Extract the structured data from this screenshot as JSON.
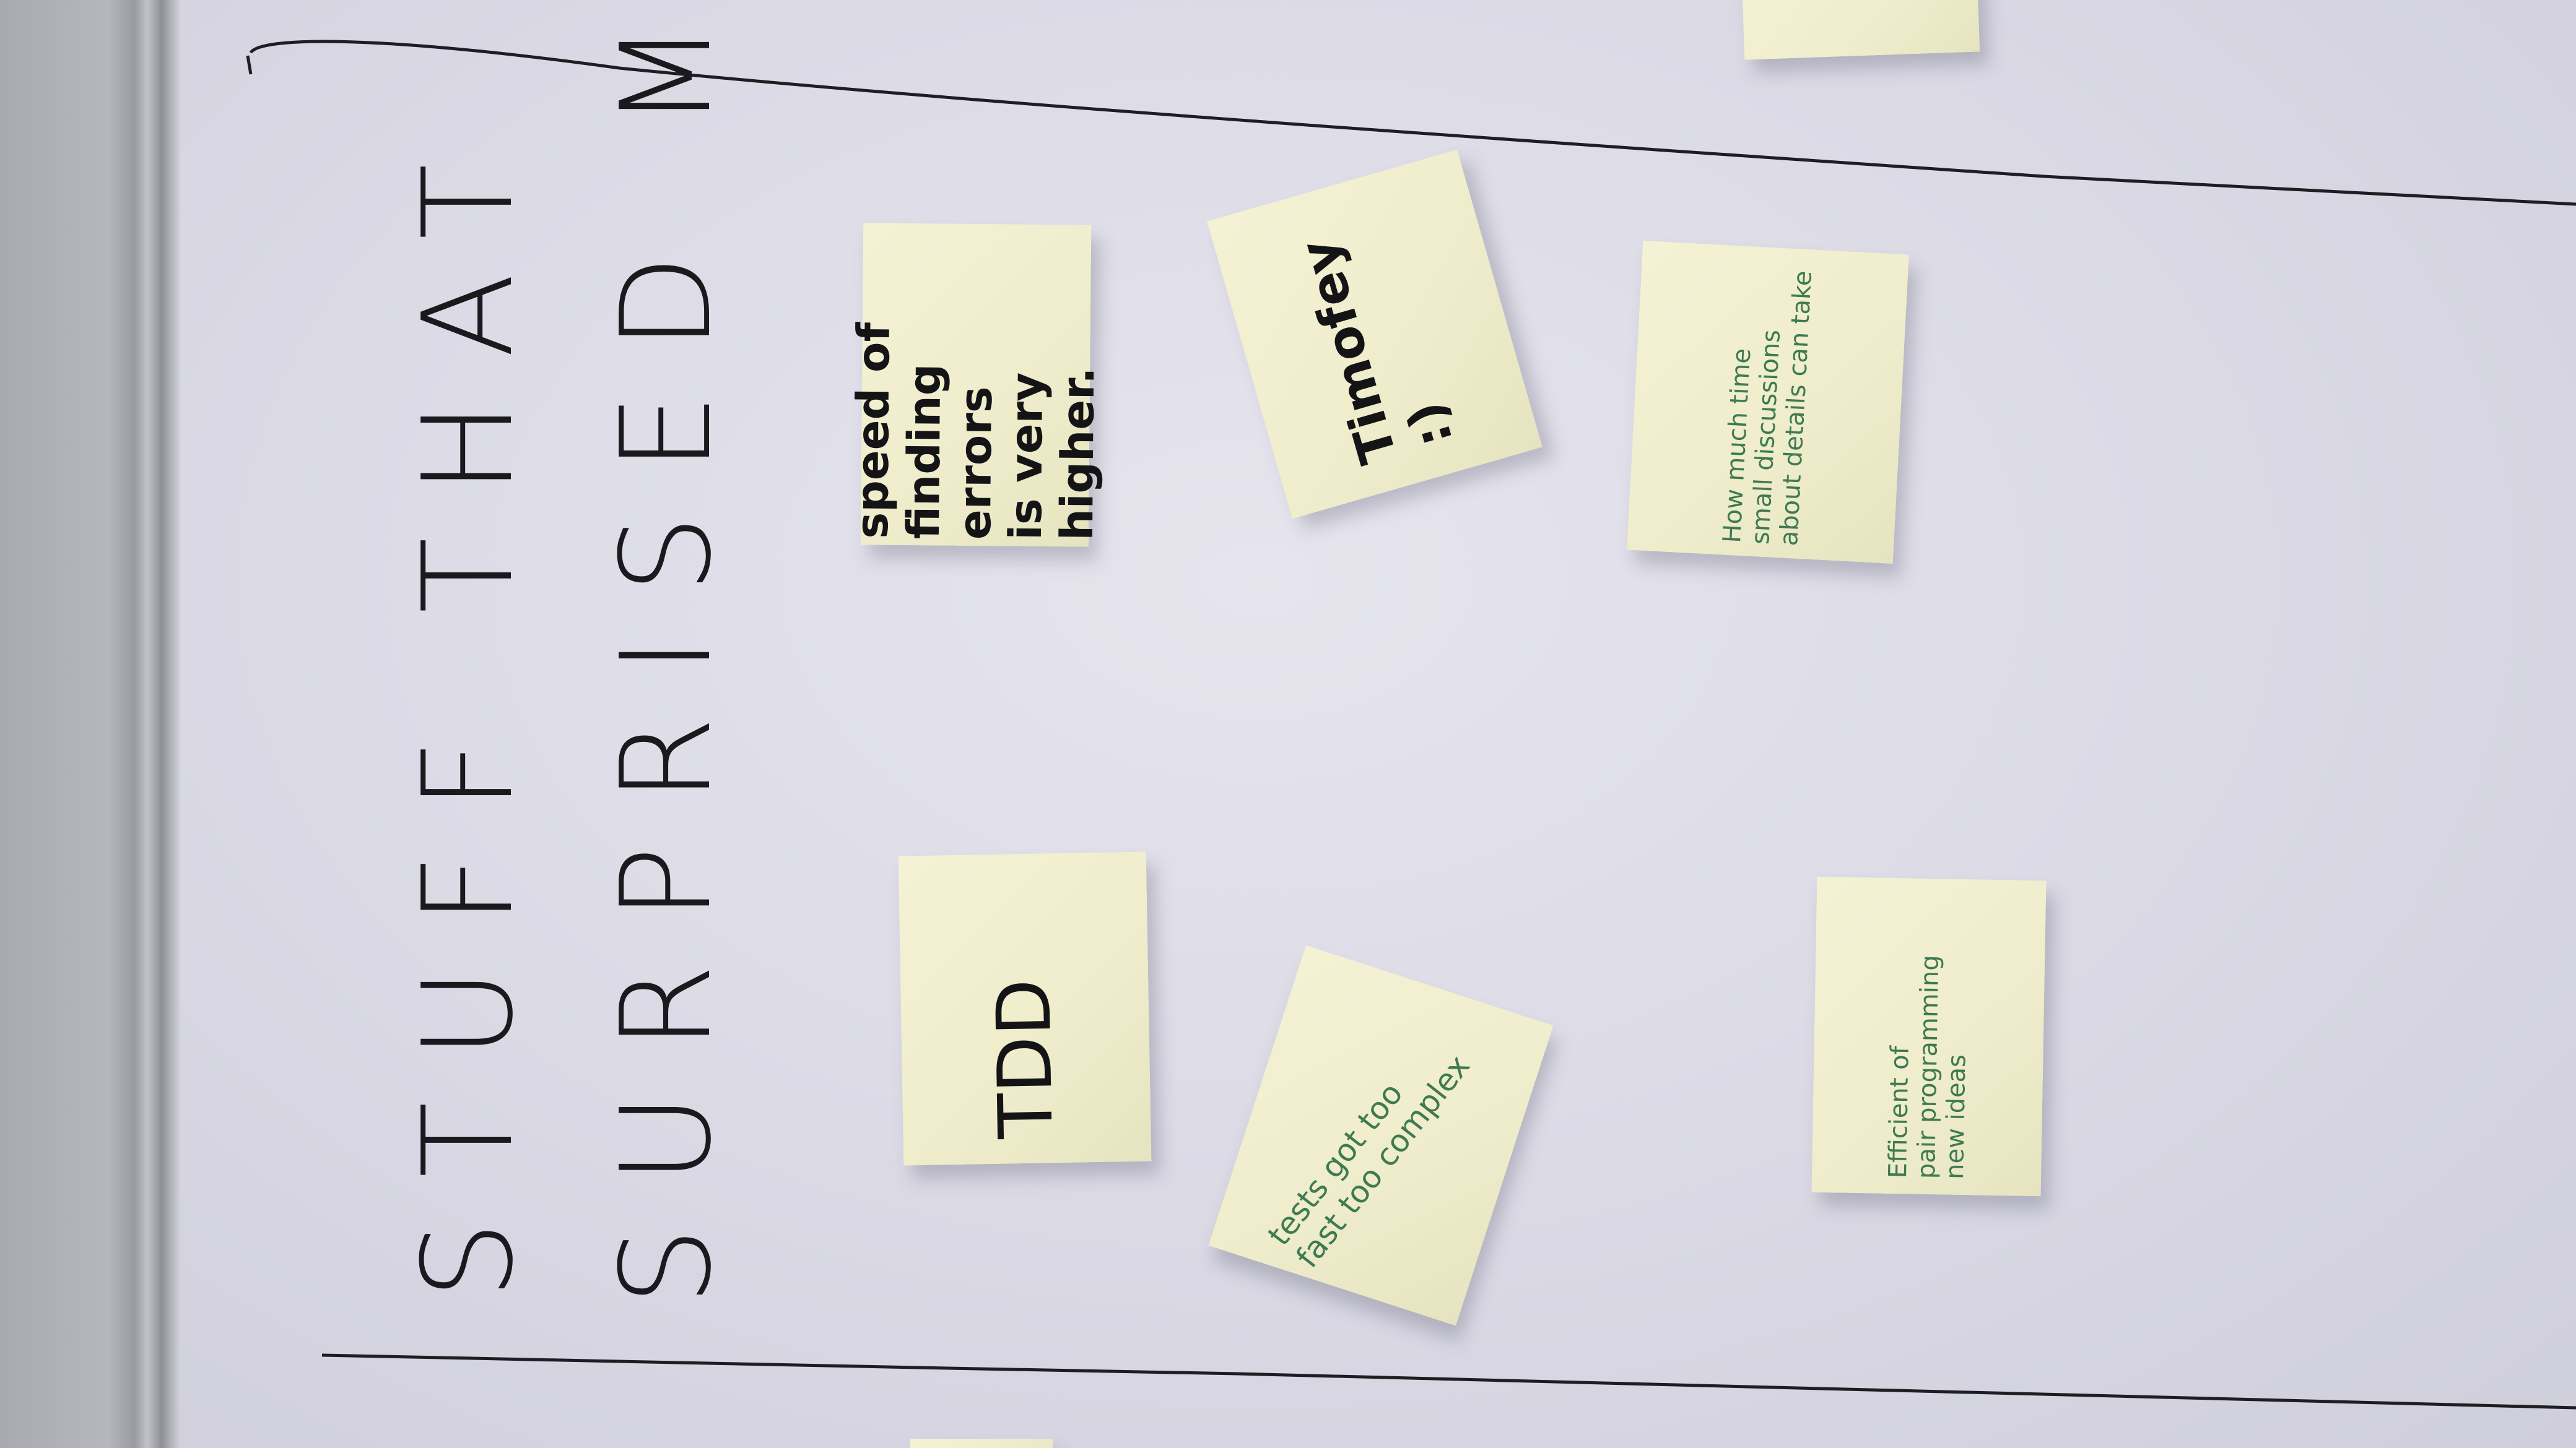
{
  "heading": {
    "line1": "STUFF THAT",
    "line2": "SURPRISED ME"
  },
  "notes": [
    {
      "text": "speed of\nfinding errors\nis very\nhigher."
    },
    {
      "text": "Timofey :)"
    },
    {
      "text": "How much time\nsmall discussions\nabout details can take"
    },
    {
      "text": "TDD"
    },
    {
      "text": "tests got too\nfast too complex"
    },
    {
      "text": "Efficient of\npair programming\nnew ideas"
    }
  ],
  "colors": {
    "board": "#dcdbe6",
    "note": "#f0eecd",
    "ink_black": "#141416",
    "ink_green": "#3e7a52"
  }
}
